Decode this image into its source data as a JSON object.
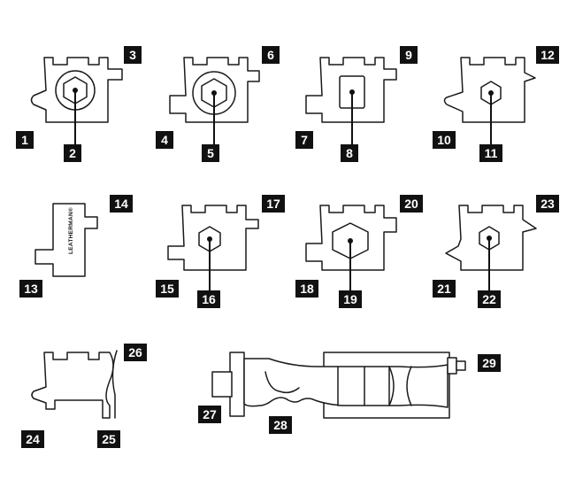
{
  "brand_text": "LEATHERMAN®",
  "callouts": [
    "1",
    "2",
    "3",
    "4",
    "5",
    "6",
    "7",
    "8",
    "9",
    "10",
    "11",
    "12",
    "13",
    "14",
    "15",
    "16",
    "17",
    "18",
    "19",
    "20",
    "21",
    "22",
    "23",
    "24",
    "25",
    "26",
    "27",
    "28",
    "29"
  ],
  "colors": {
    "ink": "#111111",
    "paper": "#ffffff"
  }
}
